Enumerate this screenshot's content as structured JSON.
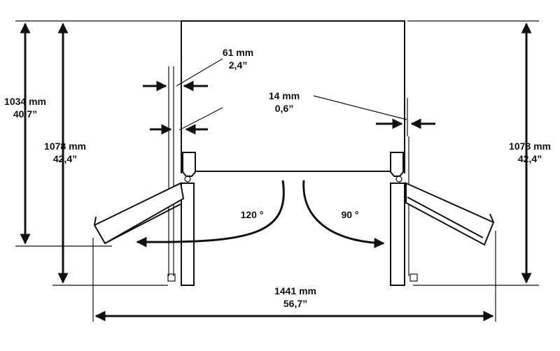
{
  "dimensions": {
    "left_outer": {
      "mm": "1034 mm",
      "inch": "40,7”"
    },
    "left_inner": {
      "mm": "1078 mm",
      "inch": "42,4”"
    },
    "right": {
      "mm": "1078 mm",
      "inch": "42,4”"
    },
    "gap_left": {
      "mm": "61 mm",
      "inch": "2,4”"
    },
    "gap_right": {
      "mm": "14 mm",
      "inch": "0,6”"
    },
    "width_total": {
      "mm": "1441 mm",
      "inch": "56,7”"
    }
  },
  "angles": {
    "left": "120 °",
    "right": "90 °"
  }
}
